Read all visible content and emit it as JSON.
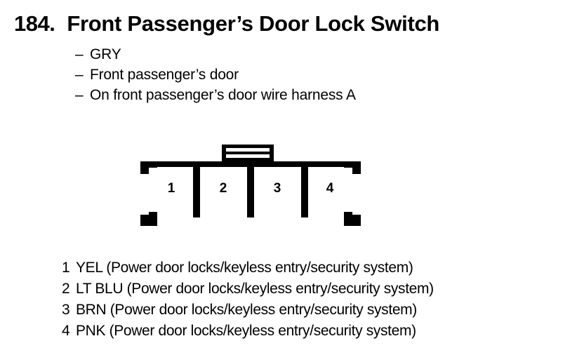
{
  "header": {
    "number": "184.",
    "title": "Front Passenger’s Door Lock Switch"
  },
  "bullets": {
    "dash": "–",
    "items": [
      {
        "text": "GRY"
      },
      {
        "text": "Front passenger’s door"
      },
      {
        "text": "On front passenger’s door wire harness A"
      }
    ]
  },
  "connector": {
    "name": "4-pin connector",
    "latch_name": "connector-latch-tab",
    "pins": [
      {
        "number": "1"
      },
      {
        "number": "2"
      },
      {
        "number": "3"
      },
      {
        "number": "4"
      }
    ]
  },
  "legend": {
    "rows": [
      {
        "pin": "1",
        "description": "YEL (Power door locks/keyless entry/security system)"
      },
      {
        "pin": "2",
        "description": "LT BLU (Power door locks/keyless entry/security system)"
      },
      {
        "pin": "3",
        "description": "BRN (Power door locks/keyless entry/security system)"
      },
      {
        "pin": "4",
        "description": "PNK (Power door locks/keyless entry/security system)"
      }
    ]
  },
  "colors": {
    "ink": "#000000",
    "background": "#ffffff"
  }
}
